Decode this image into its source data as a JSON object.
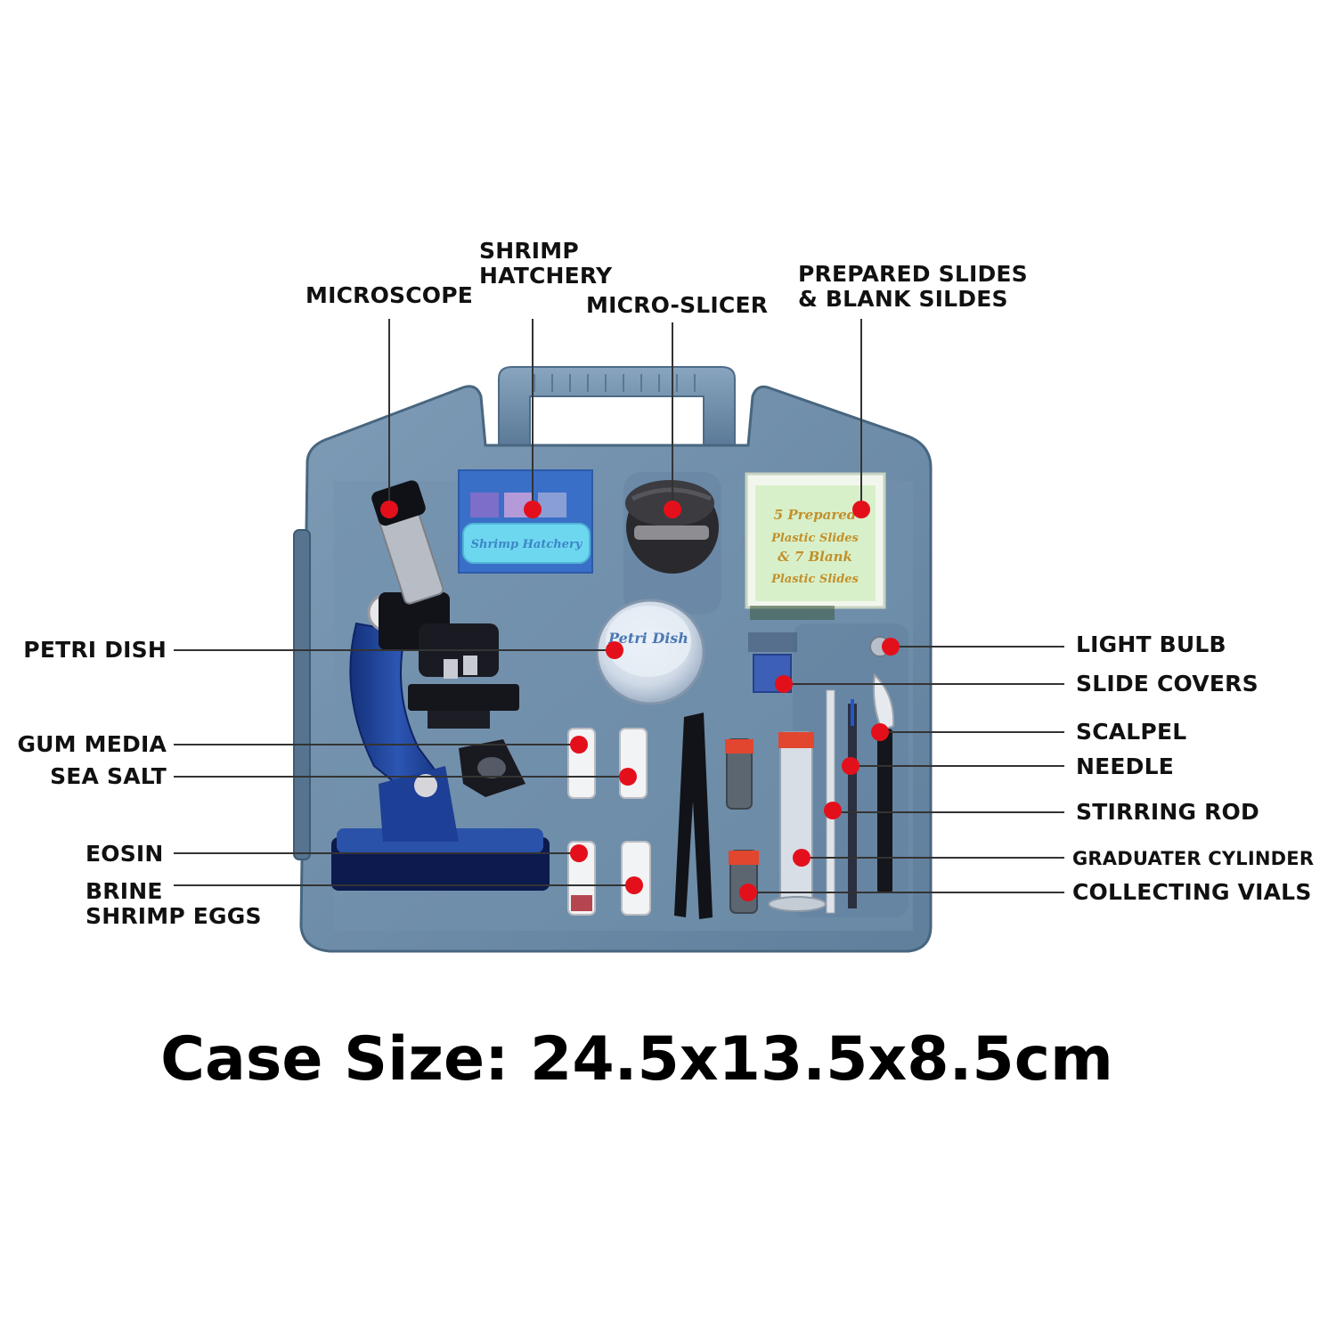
{
  "colors": {
    "case": "#6f8da8",
    "case_dark": "#4f6f8c",
    "microscope_blue": "#1f3f8e",
    "marker_red": "#e3101b",
    "leader_line": "#333333"
  },
  "labels": {
    "microscope": "MICROSCOPE",
    "shrimp_hatchery": [
      "SHRIMP",
      "HATCHERY"
    ],
    "micro_slicer": "MICRO-SLICER",
    "prepared_slides": [
      "PREPARED SLIDES",
      "& BLANK SILDES"
    ],
    "petri_dish": "PETRI DISH",
    "gum_media": "GUM MEDIA",
    "sea_salt": "SEA SALT",
    "eosin": "EOSIN",
    "brine_shrimp_eggs": [
      "BRINE",
      "SHRIMP EGGS"
    ],
    "light_bulb": "LIGHT BULB",
    "slide_covers": "SLIDE COVERS",
    "scalpel": "SCALPEL",
    "needle": "NEEDLE",
    "stirring_rod": "STIRRING ROD",
    "graduater_cylinder": "GRADUATER CYLINDER",
    "collecting_vials": "COLLECTING VIALS"
  },
  "product_text": {
    "hatchery_pack": "Shrimp Hatchery",
    "slides_box": [
      "5 Prepared",
      "Plastic Slides",
      "& 7 Blank",
      "Plastic Slides"
    ],
    "petri_lid": "Petri Dish"
  },
  "caption": "Case Size: 24.5x13.5x8.5cm"
}
